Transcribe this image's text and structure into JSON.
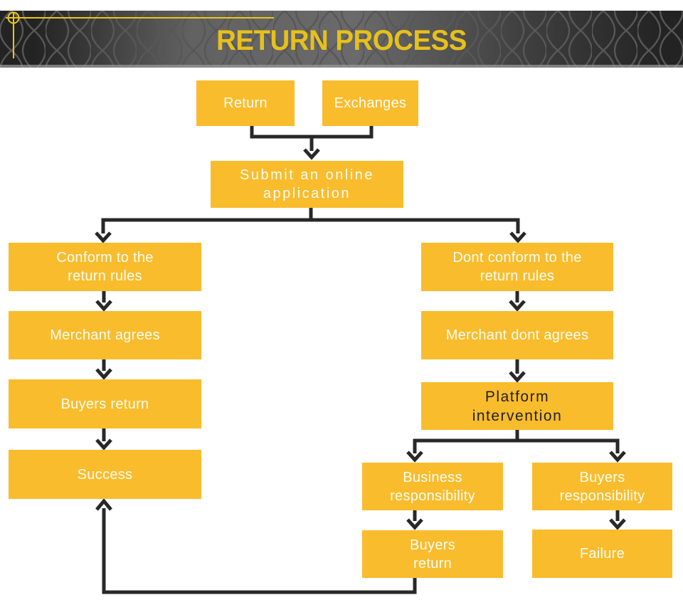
{
  "header": {
    "title": "RETURN PROCESS"
  },
  "colors": {
    "box": "#F9BC2D",
    "line": "#282828",
    "title": "#E6C01C",
    "decor": "#E8C619",
    "box_text": "#FFFDF4",
    "box_text_dark": "#222222"
  },
  "nodes": {
    "return": "Return",
    "exchanges": "Exchanges",
    "submit": "Submit an online\napplication",
    "conform": "Conform to the\nreturn rules",
    "merchant_agrees": "Merchant agrees",
    "buyers_return": "Buyers return",
    "success": "Success",
    "dont_conform": "Dont conform to the\nreturn rules",
    "merchant_dont_agrees": "Merchant dont agrees",
    "platform": "Platform\nintervention",
    "business_responsibility": "Business\nresponsibility",
    "buyers_responsibility": "Buyers\nresponsibility",
    "buyers_return_2": "Buyers\nreturn",
    "failure": "Failure"
  }
}
